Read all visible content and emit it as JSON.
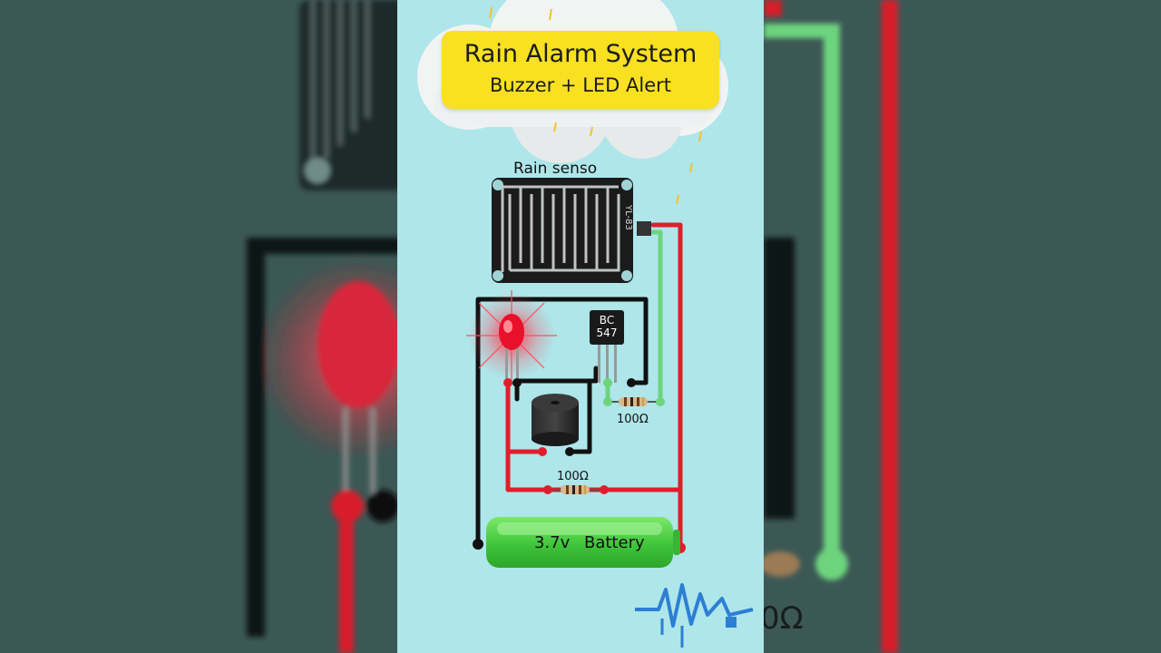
{
  "title": {
    "main": "Rain Alarm System",
    "sub": "Buzzer + LED Alert"
  },
  "components": {
    "sensor_label": "Rain senso",
    "sensor_board_text": "YL-83",
    "transistor_line1": "BC",
    "transistor_line2": "547",
    "resistor1_label": "100Ω",
    "resistor2_label": "100Ω",
    "battery_voltage": "3.7v",
    "battery_label": "Battery",
    "side_resistor_label": "0Ω"
  },
  "colors": {
    "background": "#aee6ea",
    "title_bg": "#f9e021",
    "wire_red": "#e01e2b",
    "wire_black": "#111111",
    "wire_green": "#6dd47e",
    "battery": "#4fd04a",
    "led": "#e8102a",
    "logo": "#2d7fd4"
  },
  "icons": {
    "logo": "waveform-circuit-logo-icon",
    "cloud": "rain-cloud-icon"
  }
}
